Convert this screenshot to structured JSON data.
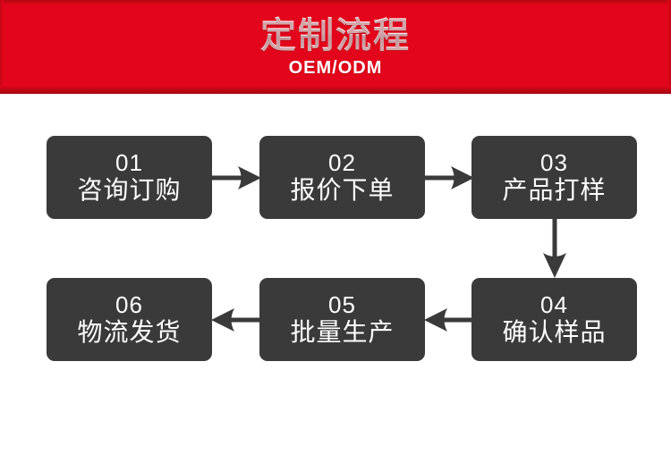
{
  "banner": {
    "title": "定制流程",
    "subtitle": "OEM/ODM",
    "background_color": "#e3051b",
    "text_color": "#ffffff"
  },
  "flow": {
    "node_color": "#3a3a3a",
    "node_text_color": "#ffffff",
    "arrow_color": "#3a3a3a",
    "nodes": [
      {
        "num": "01",
        "label": "咨询订购"
      },
      {
        "num": "02",
        "label": "报价下单"
      },
      {
        "num": "03",
        "label": "产品打样"
      },
      {
        "num": "04",
        "label": "确认样品"
      },
      {
        "num": "05",
        "label": "批量生产"
      },
      {
        "num": "06",
        "label": "物流发货"
      }
    ],
    "connectors": [
      {
        "from": "01",
        "to": "02",
        "direction": "right"
      },
      {
        "from": "02",
        "to": "03",
        "direction": "right"
      },
      {
        "from": "03",
        "to": "04",
        "direction": "down"
      },
      {
        "from": "04",
        "to": "05",
        "direction": "left"
      },
      {
        "from": "05",
        "to": "06",
        "direction": "left"
      }
    ]
  }
}
